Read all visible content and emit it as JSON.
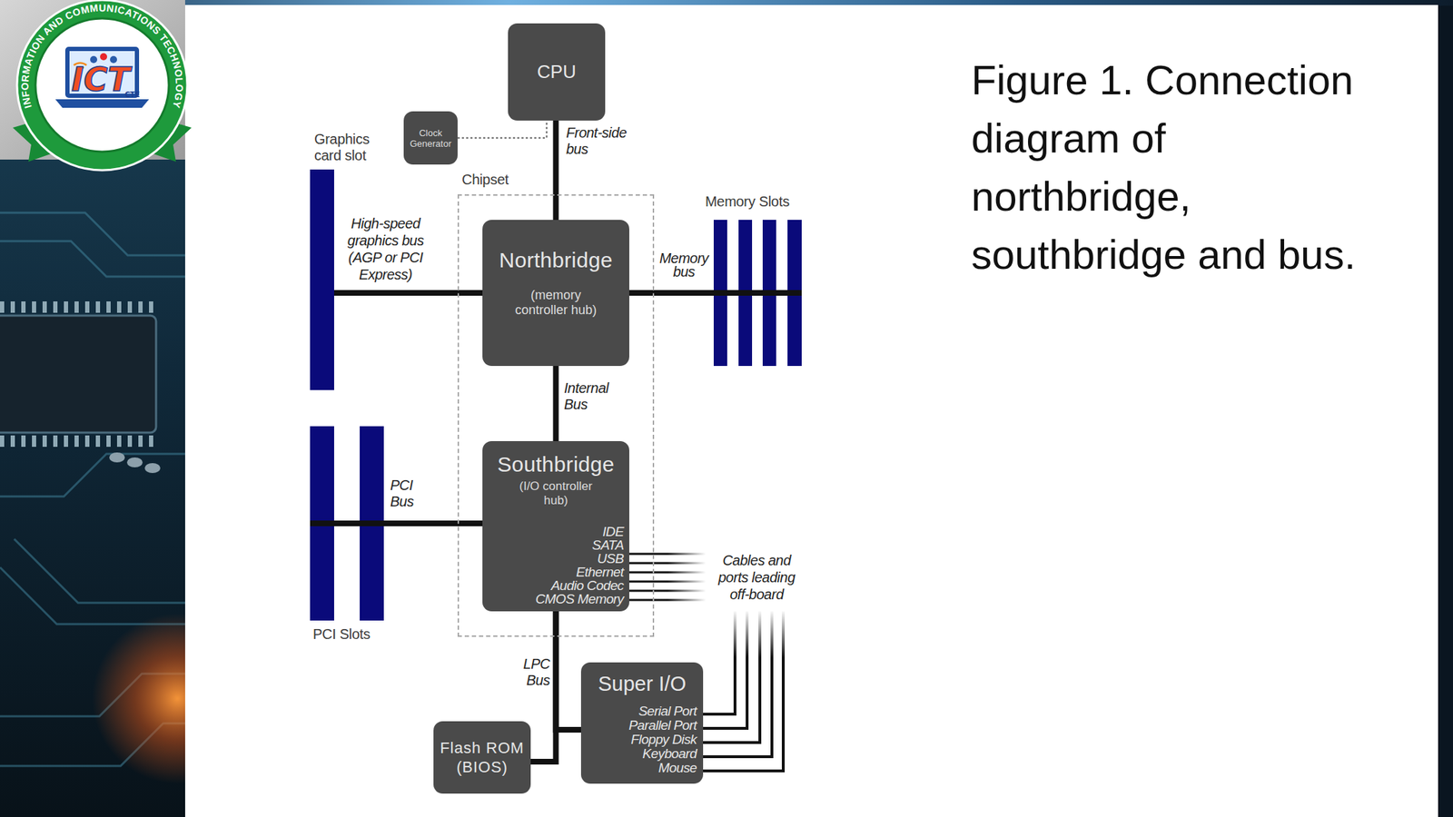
{
  "diagram": {
    "caption": "Figure 1. Connection diagram of northbridge, southbridge and bus.",
    "nodes": [
      {
        "text": [
          "CPU"
        ]
      },
      {
        "text": [
          "Clock Generator"
        ]
      },
      {
        "text": [
          "Chipset"
        ]
      },
      {
        "text": [
          "Northbridge",
          "(memory controller hub)"
        ],
        "in": 2
      },
      {
        "text": [
          "Southbridge",
          "(I/O controller hub)",
          "IDE",
          "SATA",
          "USB",
          "Ethernet",
          "Audio Codec",
          "CMOS Memory"
        ],
        "in": 2
      },
      {
        "text": [
          "Super I/O",
          "Serial Port",
          "Parallel Port",
          "Floppy Disk",
          "Keyboard",
          "Mouse"
        ]
      },
      {
        "text": [
          "Flash ROM (BIOS)"
        ]
      },
      {
        "text": [
          "Graphics card slot"
        ]
      },
      {
        "text": [
          "Memory Slots"
        ]
      },
      {
        "text": [
          "PCI Slots"
        ]
      }
    ],
    "edges": [
      {
        "from": 0,
        "to": 3,
        "label": "Front-side bus",
        "arrow": "none"
      },
      {
        "from": 1,
        "to": 0,
        "arrow": "none"
      },
      {
        "from": 3,
        "to": 7,
        "label": "High-speed graphics bus (AGP or PCI Express)",
        "arrow": "none"
      },
      {
        "from": 3,
        "to": 8,
        "label": "Memory bus",
        "arrow": "none"
      },
      {
        "from": 3,
        "to": 4,
        "label": "Internal Bus",
        "arrow": "none"
      },
      {
        "from": 4,
        "to": 9,
        "label": "PCI Bus",
        "arrow": "none"
      },
      {
        "from": 4,
        "to": 6,
        "label": "LPC Bus",
        "arrow": "none"
      },
      {
        "from": 4,
        "to": 5,
        "arrow": "none"
      }
    ],
    "labels": [
      "Cables and ports leading off-board",
      "INFORMATION AND COMMUNICATIONS TECHNOLOGY",
      "ICT",
      "CTE"
    ]
  }
}
